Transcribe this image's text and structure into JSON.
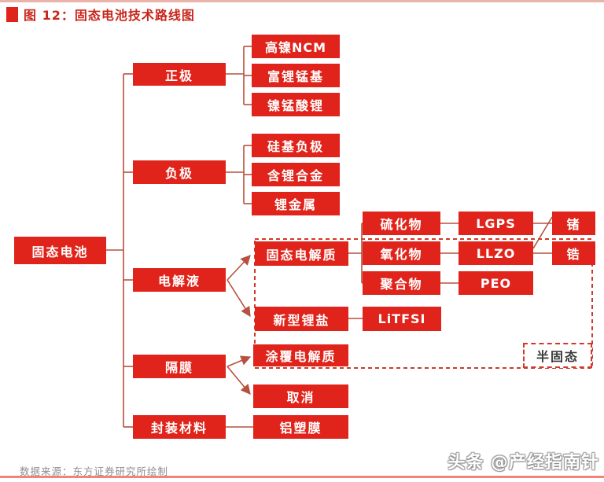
{
  "figure": {
    "title": "图 12：固态电池技术路线图"
  },
  "nodes": {
    "root": "固态电池",
    "cathode": "正极",
    "ncm": "高镍NCM",
    "li_rich_mn": "富锂锰基",
    "ni_mn_oxide": "镍锰酸锂",
    "anode": "负极",
    "si_anode": "硅基负极",
    "li_alloy": "含锂合金",
    "li_metal": "锂金属",
    "electrolyte": "电解液",
    "solid_electrolyte": "固态电解质",
    "sulfide": "硫化物",
    "oxide": "氧化物",
    "polymer": "聚合物",
    "lgps": "LGPS",
    "llzo": "LLZO",
    "peo": "PEO",
    "germanium": "锗",
    "zirconium": "锆",
    "new_li_salt": "新型锂盐",
    "litfsi": "LiTFSI",
    "separator": "隔膜",
    "coated_electrolyte": "涂覆电解质",
    "cancel": "取消",
    "packaging": "封装材料",
    "al_plastic_film": "铝塑膜",
    "semi_solid_label": "半固态"
  },
  "hierarchy": {
    "label": "固态电池",
    "children": [
      {
        "label": "正极",
        "children": [
          {
            "label": "高镍NCM"
          },
          {
            "label": "富锂锰基"
          },
          {
            "label": "镍锰酸锂"
          }
        ]
      },
      {
        "label": "负极",
        "children": [
          {
            "label": "硅基负极"
          },
          {
            "label": "含锂合金"
          },
          {
            "label": "锂金属"
          }
        ]
      },
      {
        "label": "电解液",
        "children": [
          {
            "label": "固态电解质",
            "children": [
              {
                "label": "硫化物",
                "children": [
                  {
                    "label": "LGPS",
                    "children": [
                      {
                        "label": "锗"
                      }
                    ]
                  }
                ]
              },
              {
                "label": "氧化物",
                "children": [
                  {
                    "label": "LLZO",
                    "children": [
                      {
                        "label": "锆"
                      },
                      {
                        "label": "锗"
                      }
                    ]
                  }
                ]
              },
              {
                "label": "聚合物",
                "children": [
                  {
                    "label": "PEO"
                  }
                ]
              }
            ]
          },
          {
            "label": "新型锂盐",
            "children": [
              {
                "label": "LiTFSI"
              }
            ]
          }
        ]
      },
      {
        "label": "隔膜",
        "children": [
          {
            "label": "涂覆电解质"
          },
          {
            "label": "取消"
          }
        ]
      },
      {
        "label": "封装材料",
        "children": [
          {
            "label": "铝塑膜"
          }
        ]
      }
    ],
    "semi_solid_region_members": [
      "氧化物",
      "聚合物",
      "LLZO",
      "PEO",
      "锆",
      "新型锂盐",
      "LiTFSI",
      "涂覆电解质"
    ]
  },
  "footer": {
    "source": "数据来源：东方证券研究所绘制",
    "watermark": "头条 @产经指南针"
  },
  "colors": {
    "node_fill": "#e0241b",
    "node_text": "#ffffff",
    "connector": "#b8503f",
    "dashed_border": "#cf3a28",
    "title_text": "#c9251a",
    "semi_solid_text": "#3a3a3a",
    "top_rule": "#eab3aa",
    "bottom_rule": "#f2837b",
    "source_text": "#8f8f8f"
  }
}
